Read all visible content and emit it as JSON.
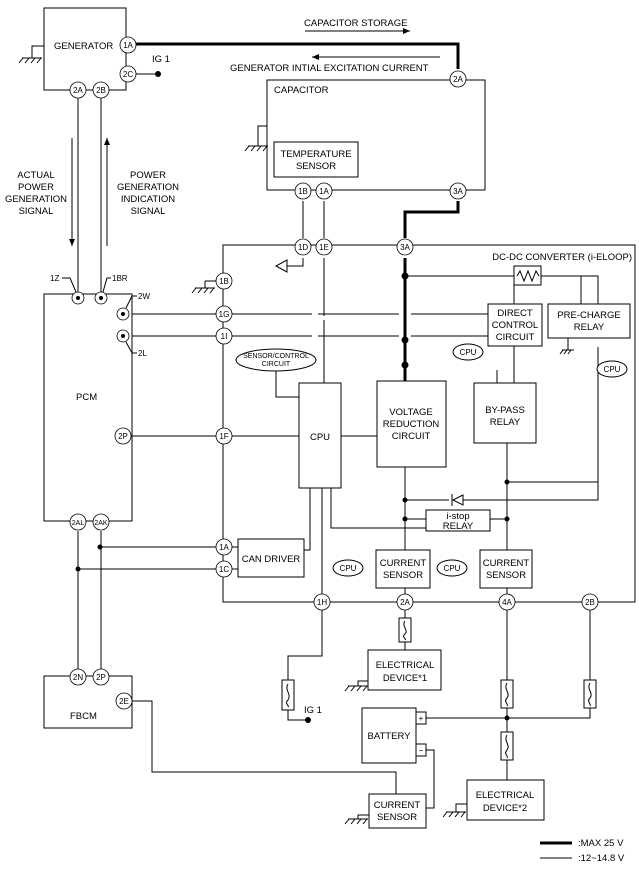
{
  "components": {
    "generator": "GENERATOR",
    "capacitor": "CAPACITOR",
    "temperature_sensor": [
      "TEMPERATURE",
      "SENSOR"
    ],
    "dcdc_converter": "DC-DC CONVERTER (i-ELOOP)",
    "direct_control_circuit": [
      "DIRECT",
      "CONTROL",
      "CIRCUIT"
    ],
    "pre_charge_relay": [
      "PRE-CHARGE",
      "RELAY"
    ],
    "sensor_control_circuit": [
      "SENSOR/CONTROL",
      "CIRCUIT"
    ],
    "cpu": "CPU",
    "voltage_reduction_circuit": [
      "VOLTAGE",
      "REDUCTION",
      "CIRCUIT"
    ],
    "bypass_relay": [
      "BY-PASS",
      "RELAY"
    ],
    "istop_relay": [
      "i-stop",
      "RELAY"
    ],
    "can_driver": "CAN DRIVER",
    "current_sensor": [
      "CURRENT",
      "SENSOR"
    ],
    "pcm": "PCM",
    "fbcm": "FBCM",
    "battery": "BATTERY",
    "electrical_device_1": [
      "ELECTRICAL",
      "DEVICE*1"
    ],
    "electrical_device_2": [
      "ELECTRICAL",
      "DEVICE*2"
    ],
    "ig1": "IG 1"
  },
  "signals": {
    "capacitor_storage": "CAPACITOR STORAGE",
    "initial_excitation": "GENERATOR INTIAL EXCITATION CURRENT",
    "actual_power": [
      "ACTUAL",
      "POWER",
      "GENERATION",
      "SIGNAL"
    ],
    "power_indication": [
      "POWER",
      "GENERATION",
      "INDICATION",
      "SIGNAL"
    ]
  },
  "terminals": {
    "gen_1a": "1A",
    "gen_2c": "2C",
    "gen_2a": "2A",
    "gen_2b": "2B",
    "cap_2a": "2A",
    "cap_1b": "1B",
    "cap_1a": "1A",
    "cap_3a": "3A",
    "dc_1d": "1D",
    "dc_1e": "1E",
    "dc_3a": "3A",
    "dc_1b": "1B",
    "dc_1g": "1G",
    "dc_1i": "1I",
    "dc_1f": "1F",
    "dc_1a": "1A",
    "dc_1c": "1C",
    "dc_1h": "1H",
    "dc_2a": "2A",
    "dc_4a": "4A",
    "dc_2b": "2B",
    "pcm_1z": "1Z",
    "pcm_1br": "1BR",
    "pcm_2w": "2W",
    "pcm_2l": "2L",
    "pcm_2p": "2P",
    "pcm_2al": "2AL",
    "pcm_2ak": "2AK",
    "fbcm_2n": "2N",
    "fbcm_2p": "2P",
    "fbcm_2e": "2E"
  },
  "battery_terminals": {
    "positive": "+",
    "negative": "−"
  },
  "legend": {
    "thick": ":MAX 25 V",
    "thin": ":12~14.8 V"
  }
}
